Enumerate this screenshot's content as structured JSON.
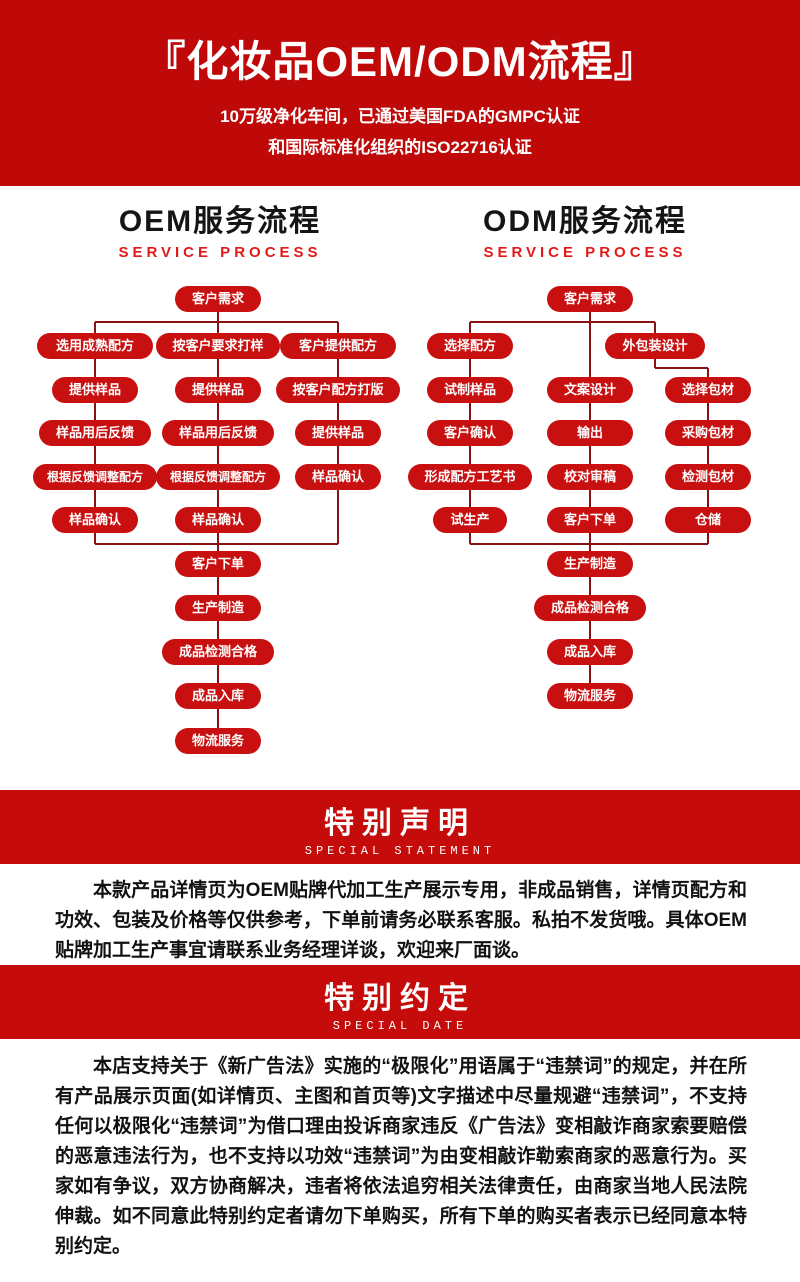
{
  "theme": {
    "header_red": "#bf0909",
    "banner_red": "#c60b0b",
    "node_red": "#c81010",
    "connector_red": "#8a1111",
    "accent_text_red": "#e31919"
  },
  "header": {
    "title": "『化妆品OEM/ODM流程』",
    "subtitle_line1": "10万级净化车间，已通过美国FDA的GMPC认证",
    "subtitle_line2": "和国际标准化组织的ISO22716认证"
  },
  "oem": {
    "title": "OEM服务流程",
    "subtitle": "SERVICE PROCESS",
    "start": "客户需求",
    "col1": [
      "选用成熟配方",
      "提供样品",
      "样品用后反馈",
      "根据反馈调整配方",
      "样品确认"
    ],
    "col2": [
      "按客户要求打样",
      "提供样品",
      "样品用后反馈",
      "根据反馈调整配方",
      "样品确认"
    ],
    "col3": [
      "客户提供配方",
      "按客户配方打版",
      "提供样品",
      "样品确认"
    ],
    "tail": [
      "客户下单",
      "生产制造",
      "成品检测合格",
      "成品入库",
      "物流服务"
    ]
  },
  "odm": {
    "title": "ODM服务流程",
    "subtitle": "SERVICE PROCESS",
    "start": "客户需求",
    "design": "外包装设计",
    "col1": [
      "选择配方",
      "试制样品",
      "客户确认",
      "形成配方工艺书",
      "试生产"
    ],
    "col2": [
      "文案设计",
      "输出",
      "校对审稿",
      "客户下单"
    ],
    "col3": [
      "选择包材",
      "采购包材",
      "检测包材",
      "仓储"
    ],
    "tail": [
      "生产制造",
      "成品检测合格",
      "成品入库",
      "物流服务"
    ]
  },
  "statement": {
    "title": "特别声明",
    "subtitle": "SPECIAL STATEMENT",
    "body": "本款产品详情页为OEM贴牌代加工生产展示专用，非成品销售，详情页配方和功效、包装及价格等仅供参考，下单前请务必联系客服。私拍不发货哦。具体OEM贴牌加工生产事宜请联系业务经理详谈，欢迎来厂面谈。"
  },
  "agreement": {
    "title": "特别约定",
    "subtitle": "SPECIAL DATE",
    "body": "本店支持关于《新广告法》实施的“极限化”用语属于“违禁词”的规定，并在所有产品展示页面(如详情页、主图和首页等)文字描述中尽量规避“违禁词”，不支持任何以极限化“违禁词”为借口理由投诉商家违反《广告法》变相敲诈商家索要赔偿的恶意违法行为，也不支持以功效“违禁词”为由变相敲诈勒索商家的恶意行为。买家如有争议，双方协商解决，违者将依法追穷相关法律责任，由商家当地人民法院伸裁。如不同意此特别约定者请勿下单购买，所有下单的购买者表示已经同意本特别约定。"
  }
}
